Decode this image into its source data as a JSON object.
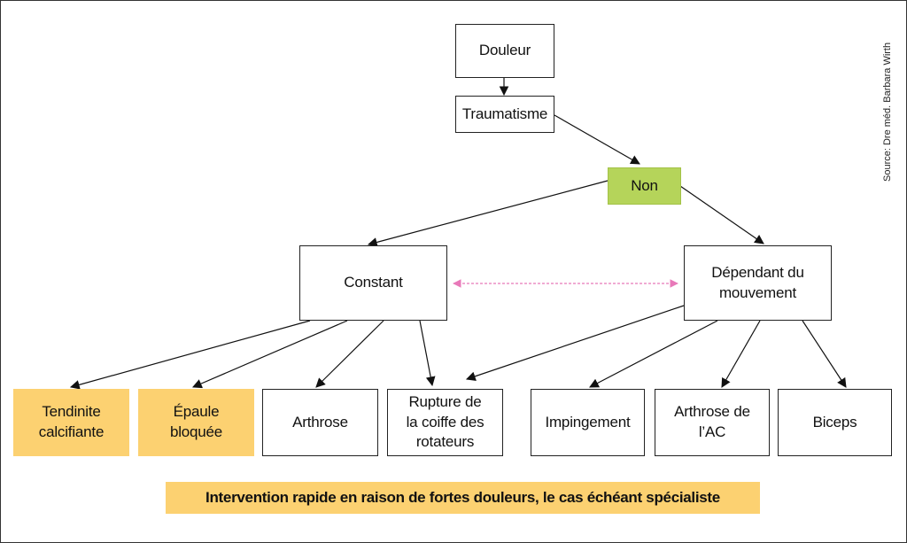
{
  "source": "Source: Dre méd. Barbara Wirth",
  "nodes": {
    "douleur": "Douleur",
    "traumatisme": "Traumatisme",
    "non": "Non",
    "constant": "Constant",
    "dependant": "Dépendant du\nmouvement",
    "tendinite": "Tendinite\ncalcifiante",
    "epaule": "Épaule\nbloquée",
    "arthrose": "Arthrose",
    "rupture": "Rupture de\nla coiffe des\nrotateurs",
    "impingement": "Impingement",
    "arthrose_ac": "Arthrose de\nl’AC",
    "biceps": "Biceps"
  },
  "banner": "Intervention rapide en raison de fortes douleurs, le cas échéant spécialiste",
  "colors": {
    "highlight_green": "#b5d45a",
    "highlight_yellow": "#fcd171",
    "link_pink": "#e879b9"
  }
}
